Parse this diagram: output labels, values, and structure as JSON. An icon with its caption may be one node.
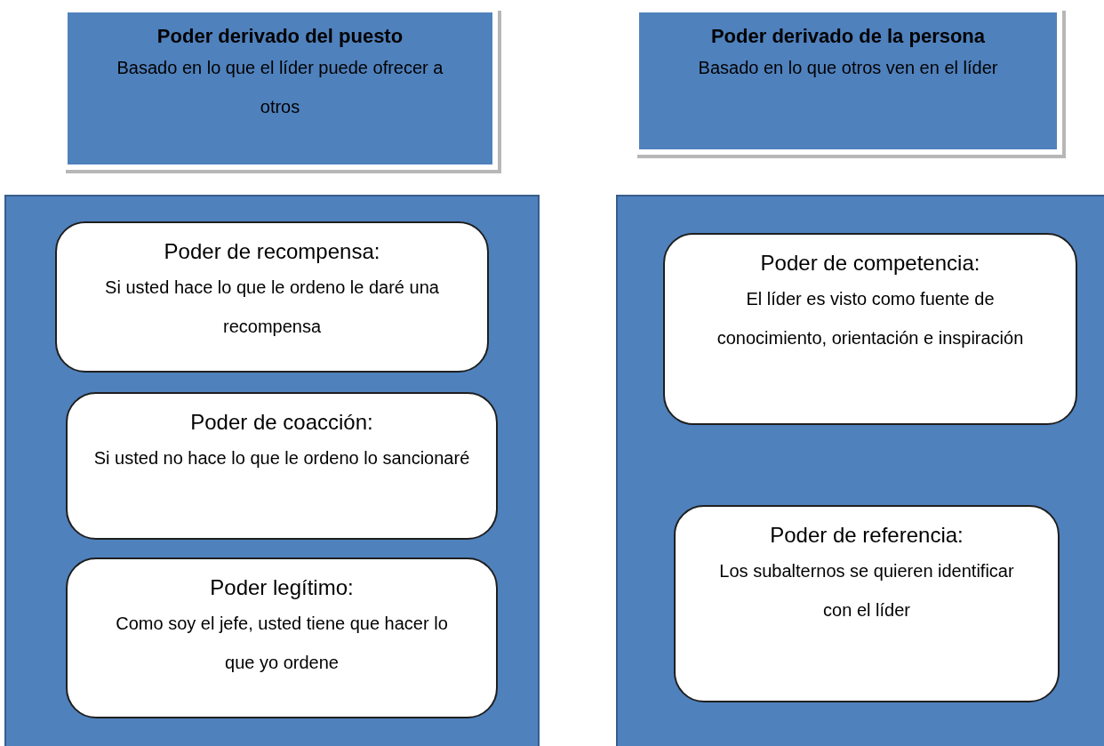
{
  "diagram": {
    "nodes": [
      {
        "text": [
          "Poder derivado del puesto",
          "Basado en lo que el líder puede ofrecer a otros"
        ]
      },
      {
        "text": [],
        "shape": "box"
      },
      {
        "text": [
          "Poder de recompensa:",
          "Si usted hace lo que le ordeno le daré una recompensa"
        ],
        "in": 1
      },
      {
        "text": [
          "Poder de coacción:",
          "Si usted no hace lo que le ordeno lo sancionaré"
        ],
        "in": 1
      },
      {
        "text": [
          "Poder legítimo:",
          "Como soy el jefe, usted tiene que hacer lo que yo ordene"
        ],
        "in": 1
      },
      {
        "text": [
          "Poder derivado de la persona",
          "Basado en lo que otros ven en el líder"
        ]
      },
      {
        "text": [],
        "shape": "box"
      },
      {
        "text": [
          "Poder de competencia:",
          "El líder es visto como fuente de conocimiento, orientación e inspiración"
        ],
        "in": 6
      },
      {
        "text": [
          "Poder de referencia:",
          "Los subalternos se quieren identificar con el líder"
        ],
        "in": 6
      }
    ]
  }
}
